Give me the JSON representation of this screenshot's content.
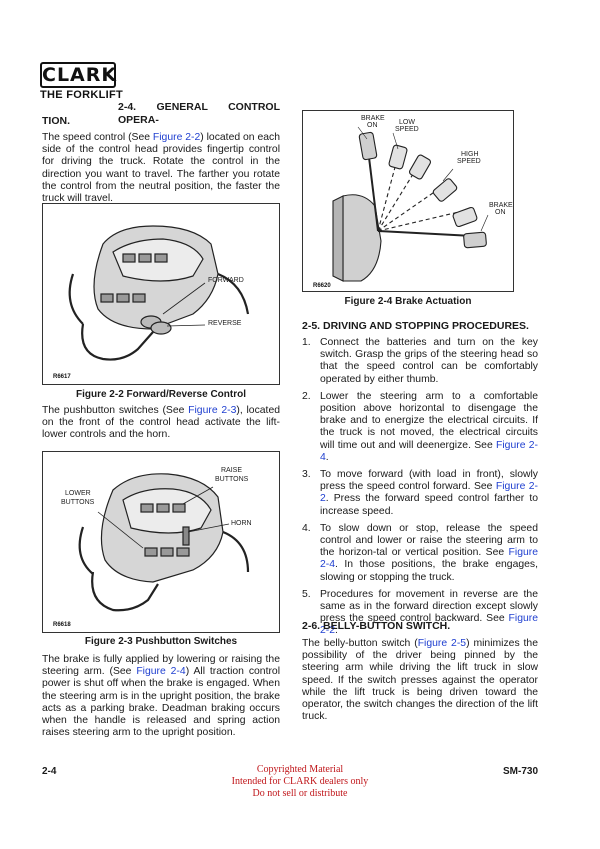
{
  "brand": {
    "logo": "CLARK",
    "tagline": "THE FORKLIFT"
  },
  "sec_2_4": {
    "heading_line1": "2-4. GENERAL CONTROL OPERA-",
    "heading_line2": "TION.",
    "para1": [
      "The speed control (See ",
      "Figure 2-2",
      ") located on each side of the control head provides fingertip control for driving the truck. Rotate the control in the direction you want to travel. The farther you rotate the control from the neutral position, the faster the truck will travel."
    ],
    "para2": [
      "The pushbutton switches (See ",
      "Figure 2-3",
      "), located on the front of the control head activate the lift-lower controls and the horn."
    ],
    "para3": [
      "The brake is fully applied by lowering or raising the steering arm. (See ",
      "Figure 2-4",
      ") All traction control power is shut off when the brake is engaged. When the steering arm is in the upright position, the brake acts as a parking brake. Deadman braking occurs when the handle is released and spring action raises steering arm to the upright position."
    ]
  },
  "fig_2_2": {
    "code": "R6617",
    "label_forward": "FORWARD",
    "label_reverse": "REVERSE",
    "caption": "Figure 2-2  Forward/Reverse Control"
  },
  "fig_2_3": {
    "code": "R6618",
    "label_raise": "RAISE",
    "label_buttons": "BUTTONS",
    "label_lower": "LOWER",
    "label_lower_buttons": "BUTTONS",
    "label_horn": "HORN",
    "caption": "Figure 2-3  Pushbutton Switches"
  },
  "fig_2_4": {
    "code": "R6620",
    "label_brake_top": "BRAKE",
    "label_on_top": "ON",
    "label_low": "LOW",
    "label_speed_low": "SPEED",
    "label_high": "HIGH",
    "label_speed_high": "SPEED",
    "label_brake_bottom": "BRAKE",
    "label_on_bottom": "ON",
    "caption": "Figure 2-4  Brake Actuation"
  },
  "sec_2_5": {
    "heading": "2-5. DRIVING AND STOPPING PROCEDURES.",
    "steps": [
      {
        "num": "1.",
        "parts": [
          "Connect the batteries and turn on the key switch. Grasp the grips of the steering head so that the speed control can be comfortably operated by either thumb."
        ]
      },
      {
        "num": "2.",
        "parts": [
          "Lower the steering arm to a comfortable position above horizontal to disengage the brake and to energize the electrical circuits. If the truck is not moved, the electrical circuits will time out and will deenergize. See ",
          "Figure 2-4",
          "."
        ]
      },
      {
        "num": "3.",
        "parts": [
          "To move forward (with load in front), slowly press the speed control forward. See ",
          "Figure 2-2",
          ". Press the forward speed control farther to increase speed."
        ]
      },
      {
        "num": "4.",
        "parts": [
          "To slow down or stop, release the speed control and lower or raise the steering arm to the horizon-tal or vertical position. See ",
          "Figure 2-4",
          ". In those positions, the brake engages, slowing or stopping the truck."
        ]
      },
      {
        "num": "5.",
        "parts": [
          "Procedures for movement in reverse are the same as in the forward direction except slowly press the speed control backward. See ",
          "Figure 2-2",
          "."
        ]
      }
    ]
  },
  "sec_2_6": {
    "heading": "2-6. BELLY-BUTTON SWITCH.",
    "para": [
      "The belly-button switch (",
      "Figure 2-5",
      ") minimizes the possibility of the driver being pinned by the steering arm while driving the lift truck in slow speed. If the switch presses against the operator while the lift truck is being driven toward the operator, the switch changes the direction of the lift truck."
    ]
  },
  "footer": {
    "left": "2-4",
    "right": "SM-730",
    "center": [
      "Copyrighted Material",
      "Intended for CLARK dealers only",
      "Do not sell or distribute"
    ]
  },
  "colors": {
    "link": "#1f3fd0",
    "watermark": "#c0161a"
  }
}
